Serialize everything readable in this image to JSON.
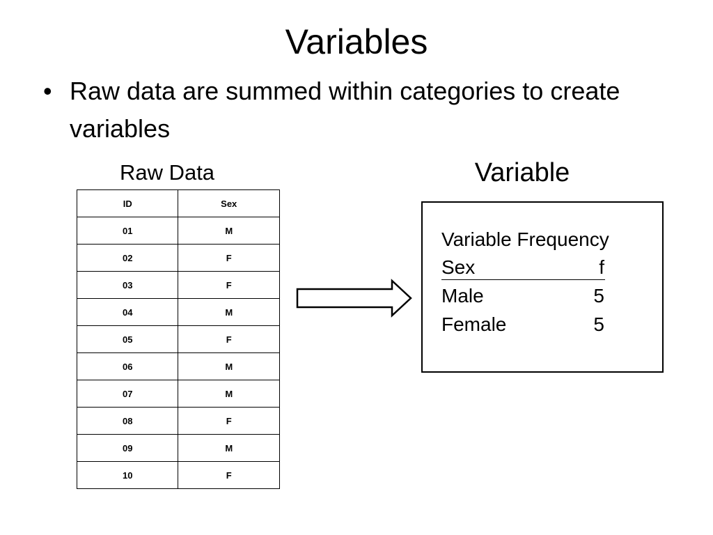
{
  "slide": {
    "title": "Variables",
    "bullet_symbol": "•",
    "bullet_text": "Raw data are summed within categories to create variables"
  },
  "raw_data": {
    "heading": "Raw Data",
    "columns": [
      "ID",
      "Sex"
    ],
    "rows": [
      [
        "01",
        "M"
      ],
      [
        "02",
        "F"
      ],
      [
        "03",
        "F"
      ],
      [
        "04",
        "M"
      ],
      [
        "05",
        "F"
      ],
      [
        "06",
        "M"
      ],
      [
        "07",
        "M"
      ],
      [
        "08",
        "F"
      ],
      [
        "09",
        "M"
      ],
      [
        "10",
        "F"
      ]
    ]
  },
  "variable": {
    "heading": "Variable",
    "box_title": "Variable Frequency",
    "col_sex": "Sex",
    "col_f": "f",
    "rows": [
      {
        "label": "Male",
        "value": "5"
      },
      {
        "label": "Female",
        "value": "5"
      }
    ]
  },
  "icons": {
    "arrow": "right-arrow-icon"
  }
}
